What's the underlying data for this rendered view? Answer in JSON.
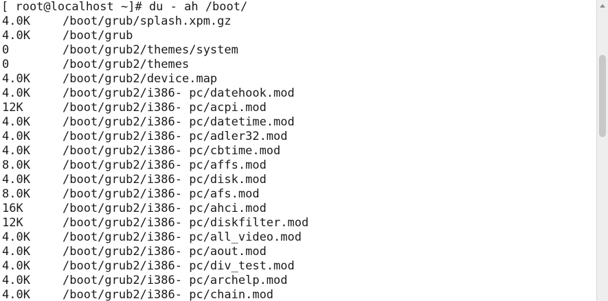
{
  "terminal": {
    "prompt": "[ root@localhost ~]# ",
    "command": "du - ah /boot/",
    "rows": [
      {
        "size": "4.0K",
        "path": "/boot/grub/splash.xpm.gz"
      },
      {
        "size": "4.0K",
        "path": "/boot/grub"
      },
      {
        "size": "0",
        "path": "/boot/grub2/themes/system"
      },
      {
        "size": "0",
        "path": "/boot/grub2/themes"
      },
      {
        "size": "4.0K",
        "path": "/boot/grub2/device.map"
      },
      {
        "size": "4.0K",
        "path": "/boot/grub2/i386- pc/datehook.mod"
      },
      {
        "size": "12K",
        "path": "/boot/grub2/i386- pc/acpi.mod"
      },
      {
        "size": "4.0K",
        "path": "/boot/grub2/i386- pc/datetime.mod"
      },
      {
        "size": "4.0K",
        "path": "/boot/grub2/i386- pc/adler32.mod"
      },
      {
        "size": "4.0K",
        "path": "/boot/grub2/i386- pc/cbtime.mod"
      },
      {
        "size": "8.0K",
        "path": "/boot/grub2/i386- pc/affs.mod"
      },
      {
        "size": "4.0K",
        "path": "/boot/grub2/i386- pc/disk.mod"
      },
      {
        "size": "8.0K",
        "path": "/boot/grub2/i386- pc/afs.mod"
      },
      {
        "size": "16K",
        "path": "/boot/grub2/i386- pc/ahci.mod"
      },
      {
        "size": "12K",
        "path": "/boot/grub2/i386- pc/diskfilter.mod"
      },
      {
        "size": "4.0K",
        "path": "/boot/grub2/i386- pc/all_video.mod"
      },
      {
        "size": "4.0K",
        "path": "/boot/grub2/i386- pc/aout.mod"
      },
      {
        "size": "4.0K",
        "path": "/boot/grub2/i386- pc/div_test.mod"
      },
      {
        "size": "4.0K",
        "path": "/boot/grub2/i386- pc/archelp.mod"
      },
      {
        "size": "4.0K",
        "path": "/boot/grub2/i386- pc/chain.mod"
      }
    ]
  },
  "colors": {
    "background": "#ffffff",
    "text": "#1a1a1a",
    "scrollbar_track": "#eeeeee",
    "scrollbar_thumb": "#c8c8c8"
  }
}
